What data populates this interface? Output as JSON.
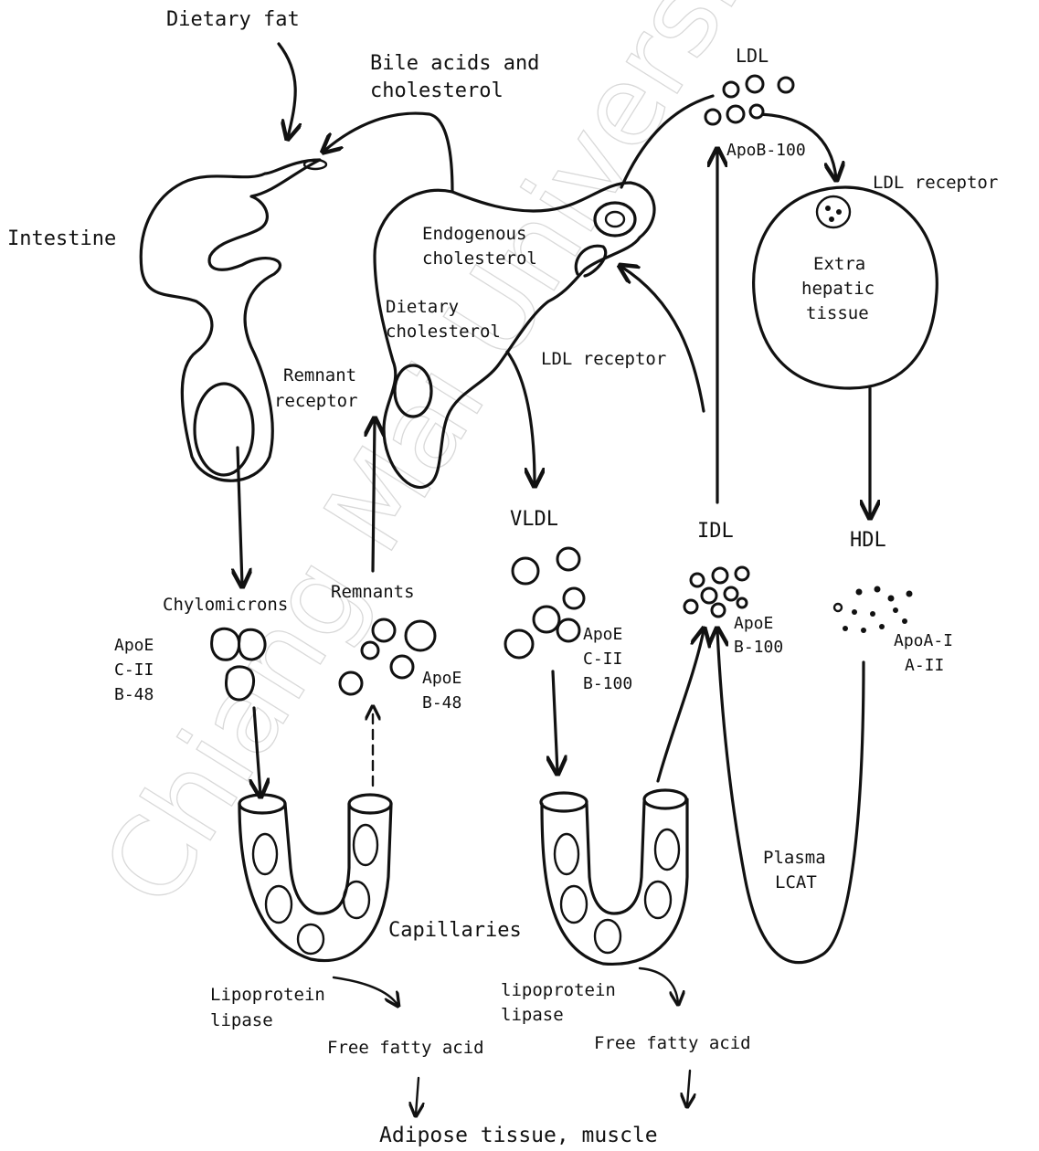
{
  "labels": {
    "dietary_fat": "Dietary fat",
    "bile_line1": "Bile acids and",
    "bile_line2": "cholesterol",
    "ldl_top": "LDL",
    "apob100_top": "ApoB-100",
    "ldl_receptor_right": "LDL receptor",
    "intestine": "Intestine",
    "endogenous_line1": "Endogenous",
    "endogenous_line2": "cholesterol",
    "extra_line1": "Extra",
    "extra_line2": "hepatic",
    "extra_line3": "tissue",
    "dietary_chol_line1": "Dietary",
    "dietary_chol_line2": "cholesterol",
    "ldl_receptor_mid": "LDL receptor",
    "remnant_receptor_line1": "Remnant",
    "remnant_receptor_line2": "receptor",
    "vldl": "VLDL",
    "idl": "IDL",
    "hdl": "HDL",
    "chylomicrons": "Chylomicrons",
    "remnants": "Remnants",
    "chylo_apo_1": "ApoE",
    "chylo_apo_2": "C-II",
    "chylo_apo_3": "B-48",
    "rem_apo_1": "ApoE",
    "rem_apo_2": "B-48",
    "vldl_apo_1": "ApoE",
    "vldl_apo_2": "C-II",
    "vldl_apo_3": "B-100",
    "idl_apo_1": "ApoE",
    "idl_apo_2": "B-100",
    "hdl_apo_1": "ApoA-I",
    "hdl_apo_2": "A-II",
    "plasma_line1": "Plasma",
    "plasma_line2": "LCAT",
    "capillaries": "Capillaries",
    "lpl_left_line1": "Lipoprotein",
    "lpl_left_line2": "lipase",
    "lpl_right_line1": "lipoprotein",
    "lpl_right_line2": "lipase",
    "ffa_left": "Free fatty acid",
    "ffa_right": "Free fatty acid",
    "adipose": "Adipose tissue, muscle"
  },
  "watermark": "Chiang Mai University"
}
